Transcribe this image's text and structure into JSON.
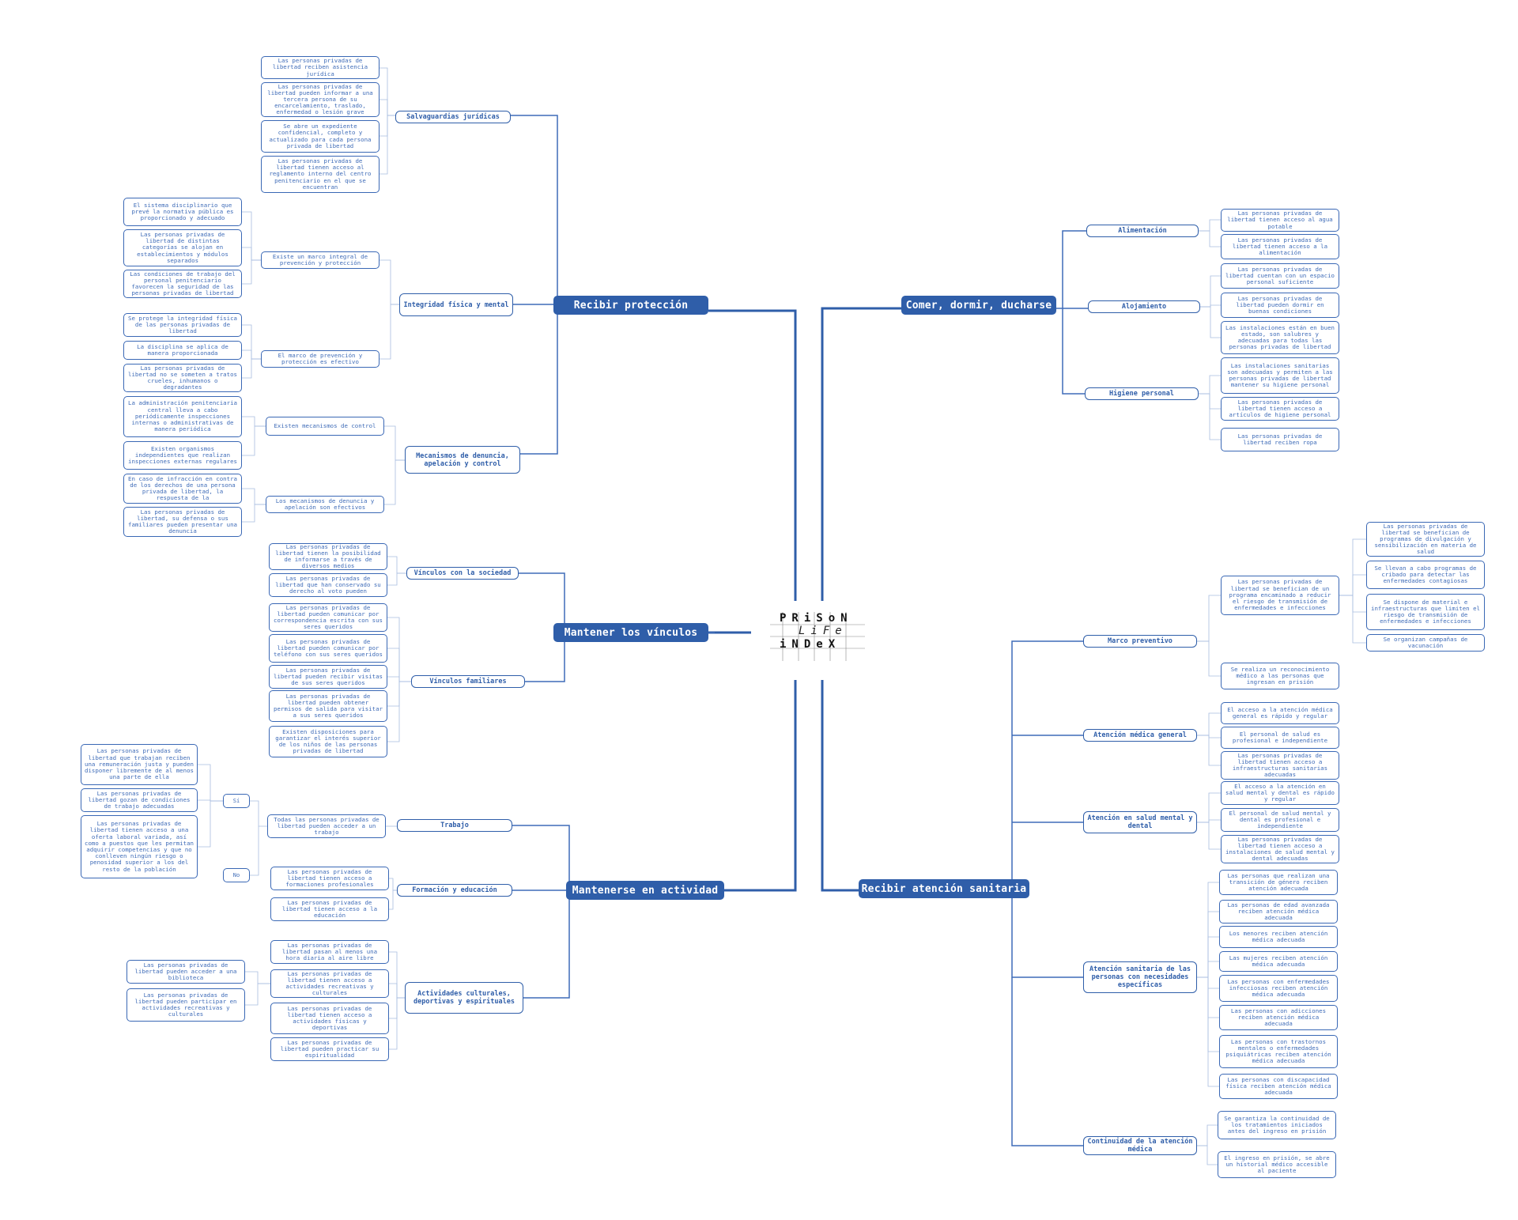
{
  "logo": {
    "line1": "PRiSoN",
    "line2": "LiFe",
    "line3": "iNDeX"
  },
  "main": {
    "proteccion": "Recibir protección",
    "comer": "Comer, dormir, ducharse",
    "vinculos": "Mantener los vínculos",
    "actividad": "Mantenerse en actividad",
    "sanitaria": "Recibir atención sanitaria"
  },
  "prot": {
    "salvaguardias": "Salvaguardias jurídicas",
    "salv_items": [
      "Las personas privadas de libertad reciben asistencia jurídica",
      "Las personas privadas de libertad pueden informar a una tercera persona de su encarcelamiento, traslado, enfermedad o lesión grave",
      "Se abre un expediente confidencial, completo y actualizado para cada persona privada de libertad",
      "Las personas privadas de libertad tienen acceso al reglamento interno del centro penitenciario en el que se encuentran"
    ],
    "integridad": "Integridad física y mental",
    "marco_integral": "Existe un marco integral de prevención y protección",
    "marco_integral_items": [
      "El sistema disciplinario que prevé la normativa pública es proporcionado y adecuado",
      "Las personas privadas de libertad de distintas categorías se alojan en establecimientos y módulos separados",
      "Las condiciones de trabajo del personal penitenciario favorecen la seguridad de las personas privadas de libertad"
    ],
    "marco_efectivo": "El marco de prevención y protección es efectivo",
    "marco_efectivo_items": [
      "Se protege la integridad física de las personas privadas de libertad",
      "La disciplina se aplica de manera proporcionada",
      "Las personas privadas de libertad no se someten a tratos crueles, inhumanos o degradantes"
    ],
    "mecanismos": "Mecanismos de denuncia, apelación y control",
    "mec_control": "Existen mecanismos de control",
    "mec_control_items": [
      "La administración penitenciaria central lleva a cabo periódicamente inspecciones internas o administrativas de manera periódica",
      "Existen organismos independientes que realizan inspecciones externas regulares"
    ],
    "mec_efectivos": "Los mecanismos de denuncia y apelación son efectivos",
    "mec_efectivos_items": [
      "En caso de infracción en contra de los derechos de una persona privada de libertad, la respuesta de la",
      "Las personas privadas de libertad, su defensa o sus familiares pueden presentar una denuncia"
    ]
  },
  "comer": {
    "alimentacion": "Alimentación",
    "alim_items": [
      "Las personas privadas de libertad tienen acceso al agua potable",
      "Las personas privadas de libertad tienen acceso a la alimentación"
    ],
    "alojamiento": "Alojamiento",
    "aloj_items": [
      "Las personas privadas de libertad cuentan con un espacio personal suficiente",
      "Las personas privadas de libertad pueden dormir en buenas condiciones",
      "Las instalaciones están en buen estado, son salubres y adecuadas para todas las personas privadas de libertad"
    ],
    "higiene": "Higiene personal",
    "hig_items": [
      "Las instalaciones sanitarias son adecuadas y permiten a las personas privadas de libertad mantener su higiene personal",
      "Las personas privadas de libertad tienen acceso a artículos de higiene personal",
      "Las personas privadas de libertad reciben ropa"
    ]
  },
  "vinc": {
    "sociedad": "Vínculos con la sociedad",
    "soc_items": [
      "Las personas privadas de libertad tienen la posibilidad de informarse a través de diversos medios",
      "Las personas privadas de libertad que han conservado su derecho al voto pueden"
    ],
    "familiares": "Vínculos familiares",
    "fam_items": [
      "Las personas privadas de libertad pueden comunicar por correspondencia escrita con sus seres queridos",
      "Las personas privadas de libertad pueden comunicar por teléfono con sus seres queridos",
      "Las personas privadas de libertad pueden recibir visitas de sus seres queridos",
      "Las personas privadas de libertad pueden obtener permisos de salida para visitar a sus seres queridos",
      "Existen disposiciones para garantizar el interés superior de los niños de las personas privadas de libertad"
    ]
  },
  "act": {
    "trabajo": "Trabajo",
    "trabajo_item": "Todas las personas privadas de libertad pueden acceder a un trabajo",
    "si": "Sí",
    "no": "No",
    "si_items": [
      "Las personas privadas de libertad que trabajan reciben una remuneración justa y pueden disponer libremente de al menos una parte de ella",
      "Las personas privadas de libertad gozan de condiciones de trabajo adecuadas",
      "Las personas privadas de libertad tienen acceso a una oferta laboral variada, así como a puestos que les permitan adquirir competencias y que no conlleven ningún riesgo o penosidad superior a los del resto de la población"
    ],
    "formacion": "Formación y educación",
    "form_items": [
      "Las personas privadas de libertad tienen acceso a formaciones profesionales",
      "Las personas privadas de libertad tienen acceso a la educación"
    ],
    "culturales": "Actividades culturales, deportivas y espirituales",
    "cult_items": [
      "Las personas privadas de libertad pasan al menos una hora diaria al aire libre",
      "Las personas privadas de libertad tienen acceso a actividades recreativas y culturales",
      "Las personas privadas de libertad tienen acceso a actividades físicas y deportivas",
      "Las personas privadas de libertad pueden practicar su espiritualidad"
    ],
    "cult_sub_items": [
      "Las personas privadas de libertad pueden acceder a una biblioteca",
      "Las personas privadas de libertad pueden participar en actividades recreativas y culturales"
    ]
  },
  "san": {
    "preventivo": "Marco preventivo",
    "prev_main": "Las personas privadas de libertad se benefician de un programa encaminado a reducir el riesgo de transmisión de enfermedades e infecciones",
    "prev_sub": [
      "Las personas privadas de libertad se benefician de programas de divulgación y sensibilización en materia de salud",
      "Se llevan a cabo programas de cribado para detectar las enfermedades contagiosas",
      "Se dispone de material e infraestructuras que limiten el riesgo de transmisión de enfermedades e infecciones",
      "Se organizan campañas de vacunación"
    ],
    "prev_recon": "Se realiza un reconocimiento médico a las personas que ingresan en prisión",
    "general": "Atención médica general",
    "gen_items": [
      "El acceso a la atención médica general es rápido y regular",
      "El personal de salud es profesional e independiente",
      "Las personas privadas de libertad tienen acceso a infraestructuras sanitarias adecuadas"
    ],
    "mental": "Atención en salud mental y dental",
    "mental_items": [
      "El acceso a la atención en salud mental y dental es rápido y regular",
      "El personal de salud mental y dental es profesional e independiente",
      "Las personas privadas de libertad tienen acceso a instalaciones de salud mental y dental adecuadas"
    ],
    "especificas": "Atención sanitaria de las personas con necesidades específicas",
    "esp_items": [
      "Las personas que realizan una transición de género reciben atención adecuada",
      "Las personas de edad avanzada reciben atención médica adecuada",
      "Los menores reciben atención médica adecuada",
      "Las mujeres reciben atención médica adecuada",
      "Las personas con enfermedades infecciosas reciben atención médica adecuada",
      "Las personas con adicciones reciben atención médica adecuada",
      "Las personas con trastornos mentales o enfermedades psiquiátricas reciben atención médica adecuada",
      "Las personas con discapacidad física reciben atención médica adecuada"
    ],
    "continuidad": "Continuidad de la atención médica",
    "cont_items": [
      "Se garantiza la continuidad de los tratamientos iniciados antes del ingreso en prisión",
      "El ingreso en prisión, se abre un historial médico accesible al paciente"
    ]
  }
}
